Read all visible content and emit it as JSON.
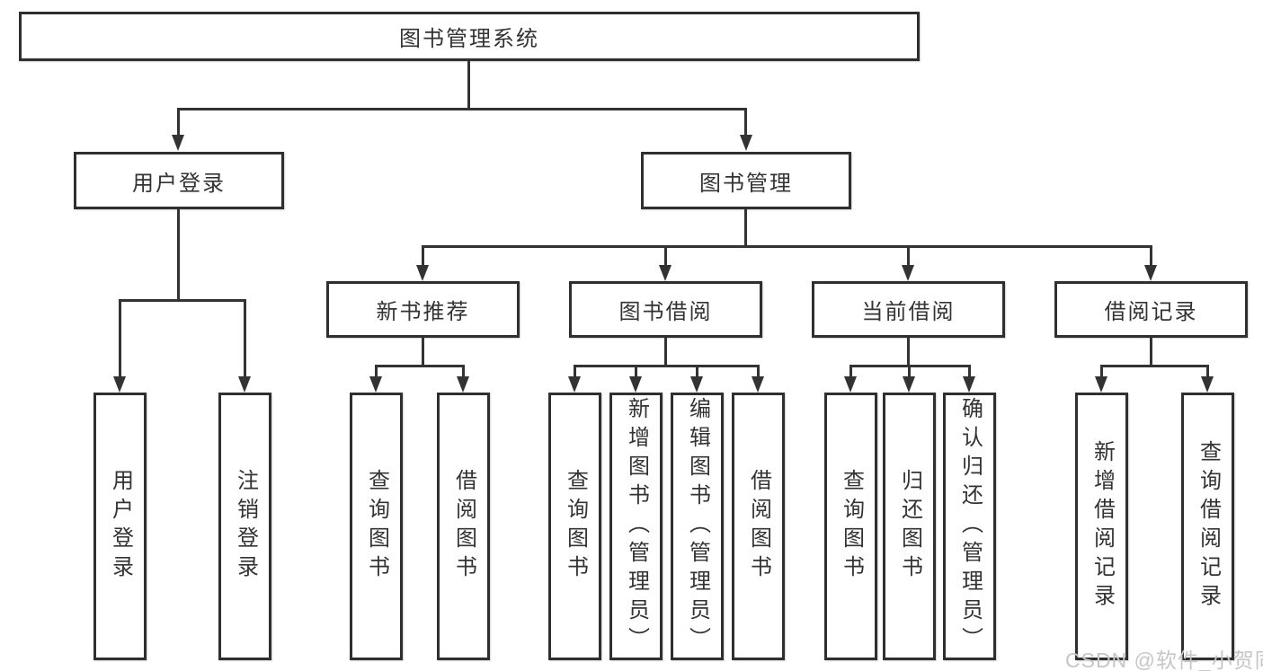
{
  "diagram": {
    "type": "tree",
    "title": "图书管理系统",
    "colors": {
      "background": "#ffffff",
      "box_border": "#2f2f2f",
      "line": "#333333",
      "text": "#333333",
      "watermark": "#c6c6c6"
    }
  },
  "tree": {
    "label": "图书管理系统",
    "children": [
      {
        "label": "用户登录",
        "children": [
          {
            "label": "用户登录"
          },
          {
            "label": "注销登录"
          }
        ]
      },
      {
        "label": "图书管理",
        "children": [
          {
            "label": "新书推荐",
            "children": [
              {
                "label": "查询图书"
              },
              {
                "label": "借阅图书"
              }
            ]
          },
          {
            "label": "图书借阅",
            "children": [
              {
                "label": "查询图书"
              },
              {
                "label": "新增图书（管理员）"
              },
              {
                "label": "编辑图书（管理员）"
              },
              {
                "label": "借阅图书"
              }
            ]
          },
          {
            "label": "当前借阅",
            "children": [
              {
                "label": "查询图书"
              },
              {
                "label": "归还图书"
              },
              {
                "label": "确认归还（管理员）"
              }
            ]
          },
          {
            "label": "借阅记录",
            "children": [
              {
                "label": "新增借阅记录"
              },
              {
                "label": "查询借阅记录"
              }
            ]
          }
        ]
      }
    ]
  },
  "watermark": {
    "text": "CSDN @软件_小贺同学"
  }
}
